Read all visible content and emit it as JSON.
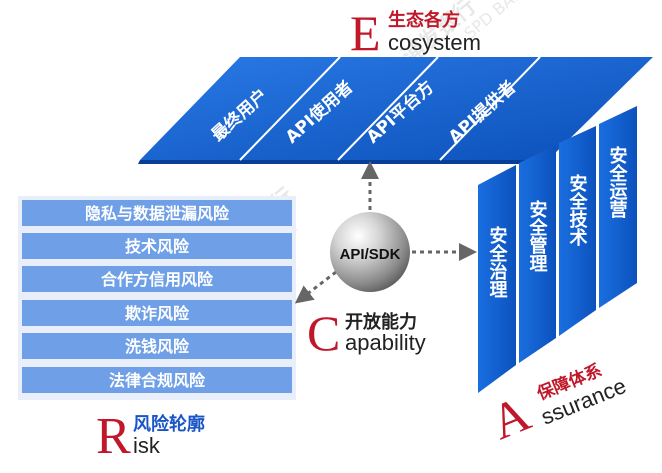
{
  "ecosystem": {
    "letter": "E",
    "cn_title": "生态各方",
    "word": "cosystem",
    "items": [
      "最终用户",
      "API使用者",
      "API平台方",
      "API提供者"
    ]
  },
  "risk": {
    "letter": "R",
    "cn_title": "风险轮廓",
    "word": "isk",
    "items": [
      "隐私与数据泄漏风险",
      "技术风险",
      "合作方信用风险",
      "欺诈风险",
      "洗钱风险",
      "法律合规风险"
    ]
  },
  "assurance": {
    "letter": "A",
    "cn_title": "保障体系",
    "word": "ssurance",
    "columns": [
      "安全治理",
      "安全管理",
      "安全技术",
      "安全运营"
    ]
  },
  "capability": {
    "letter": "C",
    "cn_title": "开放能力",
    "word": "apability",
    "hub_label": "API/SDK"
  },
  "watermark": {
    "text_cn": "浦发银行",
    "text_en": "SPD BANK"
  },
  "colors": {
    "accent_red": "#c0182a",
    "blue": "#1666d4",
    "blue_dark": "#0a4fb5",
    "risk_band": "#6f9fe6",
    "risk_text_blue": "#1a55c8"
  }
}
